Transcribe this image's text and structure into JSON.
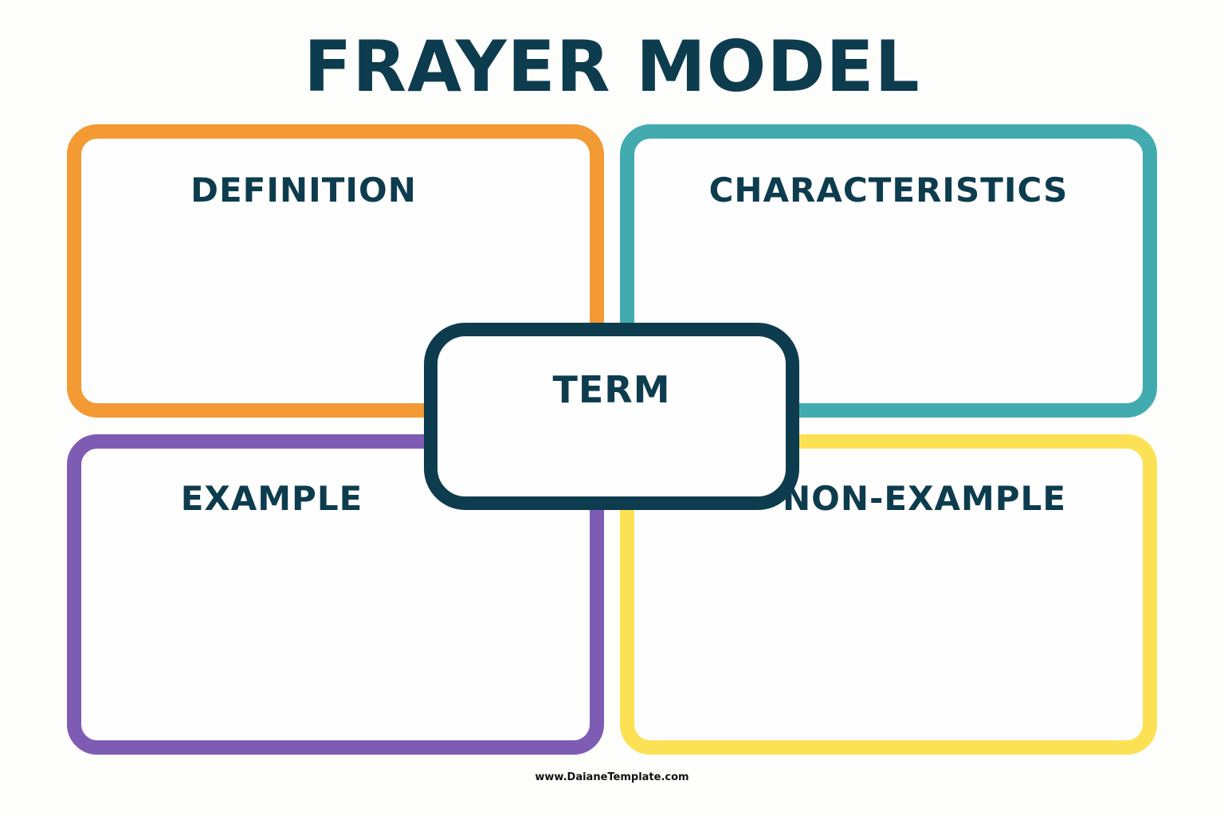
{
  "title": "FRAYER MODEL",
  "colors": {
    "text": "#0d3c4e",
    "definition": "#f39a34",
    "characteristics": "#42abb0",
    "example": "#7e5cb4",
    "non_example": "#fde154",
    "term": "#0d3c4e",
    "background": "#fdfdfb"
  },
  "quadrants": {
    "definition": {
      "label": "DEFINITION"
    },
    "characteristics": {
      "label": "CHARACTERISTICS"
    },
    "example": {
      "label": "EXAMPLE"
    },
    "non_example": {
      "label": "NON-EXAMPLE"
    }
  },
  "term": {
    "label": "TERM"
  },
  "footer": {
    "text": "www.DaianeTemplate.com"
  }
}
